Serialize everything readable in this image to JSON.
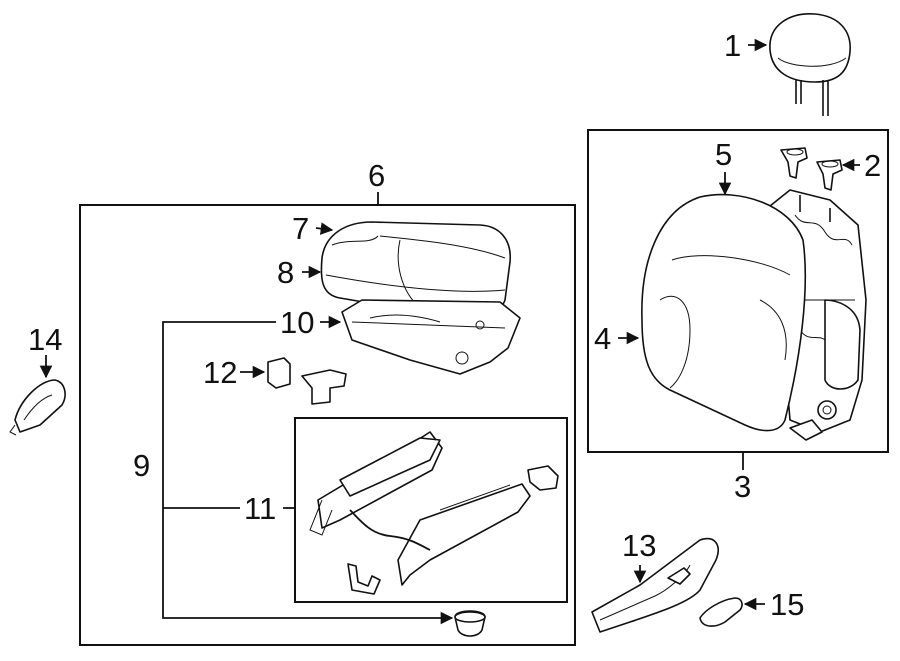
{
  "callouts": {
    "c1": "1",
    "c2": "2",
    "c3": "3",
    "c4": "4",
    "c5": "5",
    "c6": "6",
    "c7": "7",
    "c8": "8",
    "c9": "9",
    "c10": "10",
    "c11": "11",
    "c12": "12",
    "c13": "13",
    "c14": "14",
    "c15": "15"
  },
  "parts": {
    "p1": "headrest-icon",
    "p2": "headrest-guide-icon",
    "p4": "seatback-cover-icon",
    "p5": "seatback-frame-icon",
    "p7": "cushion-cover-icon",
    "p8": "cushion-pad-icon",
    "p10": "cushion-frame-icon",
    "p11": "seat-track-icon",
    "p12": "clip-icon",
    "p13": "side-shield-icon",
    "p14": "recliner-cover-icon",
    "p15": "handle-icon"
  }
}
